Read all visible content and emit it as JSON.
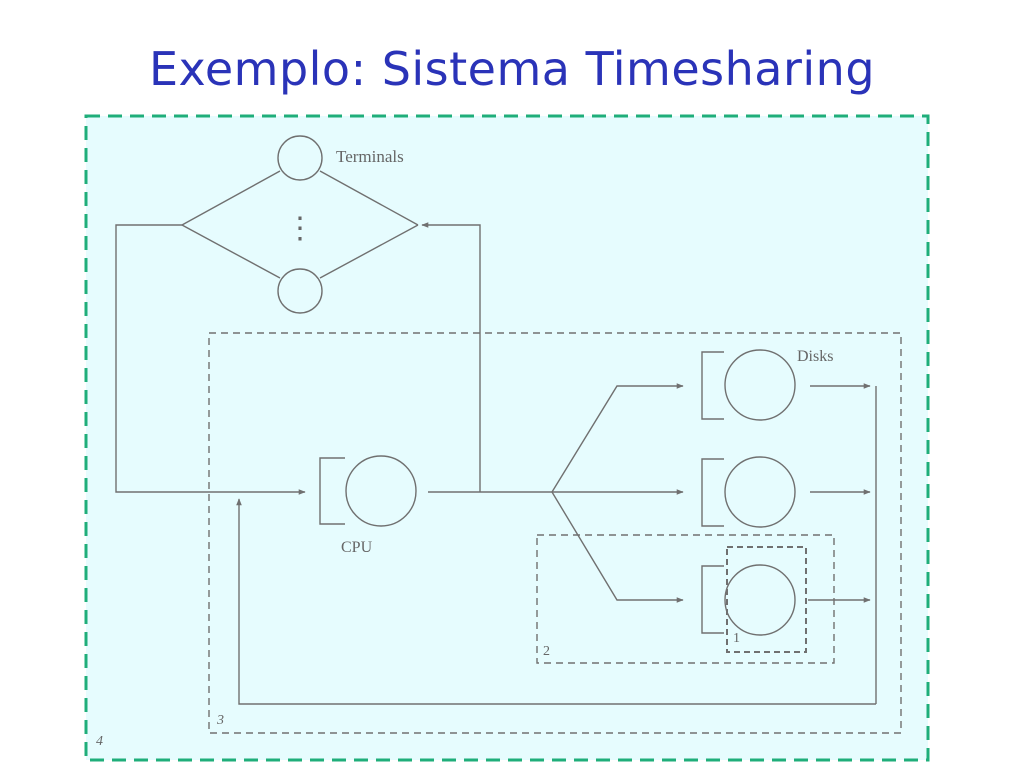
{
  "slide": {
    "title": "Exemplo: Sistema Timesharing"
  },
  "diagram": {
    "terminals_label": "Terminals",
    "terminals_ellipsis": "⋮",
    "cpu_label": "CPU",
    "disks_label": "Disks",
    "subsystem_labels": {
      "inner_disk": "1",
      "disk_group": "2",
      "central_system": "3",
      "whole_system": "4"
    }
  },
  "colors": {
    "title": "#2a33b8",
    "frame_border": "#1fae7a",
    "frame_fill": "#e6fcfe",
    "line": "#707070"
  }
}
